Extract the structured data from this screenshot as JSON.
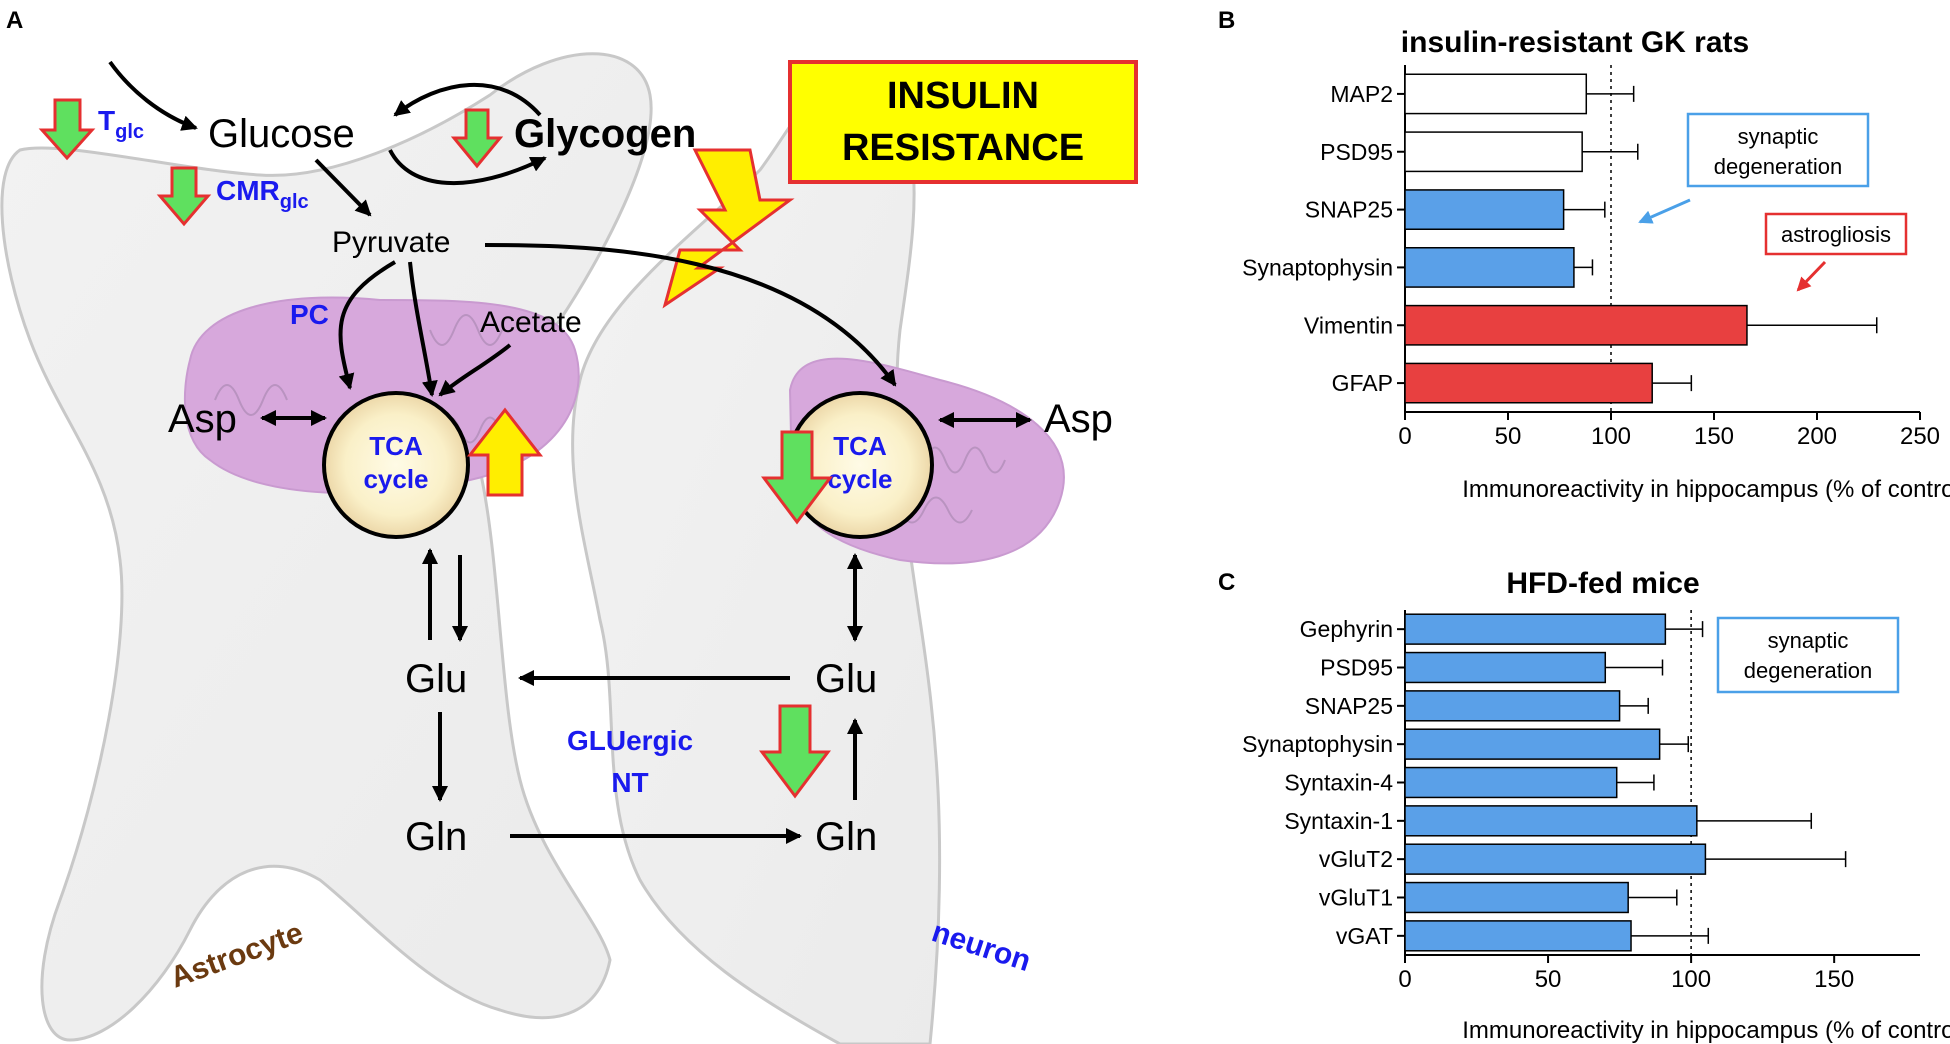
{
  "panel_a": {
    "letter": "A",
    "labels": {
      "t_glc_main": "T",
      "t_glc_sub": "glc",
      "cmr_main": "CMR",
      "cmr_sub": "glc",
      "glucose": "Glucose",
      "glycogen": "Glycogen",
      "pyruvate": "Pyruvate",
      "pc": "PC",
      "acetate": "Acetate",
      "asp_left": "Asp",
      "asp_right": "Asp",
      "tca_left_1": "TCA",
      "tca_left_2": "cycle",
      "tca_right_1": "TCA",
      "tca_right_2": "cycle",
      "glu_left": "Glu",
      "glu_right": "Glu",
      "gln_left": "Gln",
      "gln_right": "Gln",
      "gluergic_1": "GLUergic",
      "gluergic_2": "NT",
      "insulin_1": "INSULIN",
      "insulin_2": "RESISTANCE",
      "astrocyte": "Astrocyte",
      "neuron": "neuron"
    }
  },
  "colors": {
    "blue_bar": "#5aa0e8",
    "red_bar": "#e84040",
    "label_blue": "#1a1aee",
    "astrocyte_brown": "#6b3a10",
    "down_arrow_fill": "#5fe05f",
    "up_arrow_fill": "#ffee00",
    "insulin_box": "#ffff00"
  },
  "chart_data": [
    {
      "panel": "B",
      "type": "bar",
      "orientation": "horizontal",
      "title": "insulin-resistant GK rats",
      "xlabel": "Immunoreactivity in hippocampus (% of control)",
      "xlim": [
        0,
        250
      ],
      "xticks": [
        "0",
        "50",
        "100",
        "150",
        "200",
        "250"
      ],
      "reference_line": 100,
      "categories": [
        "MAP2",
        "PSD95",
        "SNAP25",
        "Synaptophysin",
        "Vimentin",
        "GFAP"
      ],
      "values": [
        88,
        86,
        77,
        82,
        166,
        120
      ],
      "errors": [
        23,
        27,
        20,
        9,
        63,
        19
      ],
      "bar_colors": [
        "#ffffff",
        "#ffffff",
        "#5aa0e8",
        "#5aa0e8",
        "#e84040",
        "#e84040"
      ],
      "annotations": [
        "synaptic degeneration",
        "astrogliosis"
      ]
    },
    {
      "panel": "C",
      "type": "bar",
      "orientation": "horizontal",
      "title": "HFD-fed mice",
      "xlabel": "Immunoreactivity in hippocampus (% of control)",
      "xlim": [
        0,
        180
      ],
      "xticks": [
        "0",
        "50",
        "100",
        "150"
      ],
      "reference_line": 100,
      "categories": [
        "Gephyrin",
        "PSD95",
        "SNAP25",
        "Synaptophysin",
        "Syntaxin-4",
        "Syntaxin-1",
        "vGluT2",
        "vGluT1",
        "vGAT"
      ],
      "values": [
        91,
        70,
        75,
        89,
        74,
        102,
        105,
        78,
        79
      ],
      "errors": [
        13,
        20,
        10,
        10,
        13,
        40,
        49,
        17,
        27
      ],
      "bar_colors": [
        "#5aa0e8",
        "#5aa0e8",
        "#5aa0e8",
        "#5aa0e8",
        "#5aa0e8",
        "#5aa0e8",
        "#5aa0e8",
        "#5aa0e8",
        "#5aa0e8"
      ],
      "annotations": [
        "synaptic degeneration"
      ]
    }
  ]
}
